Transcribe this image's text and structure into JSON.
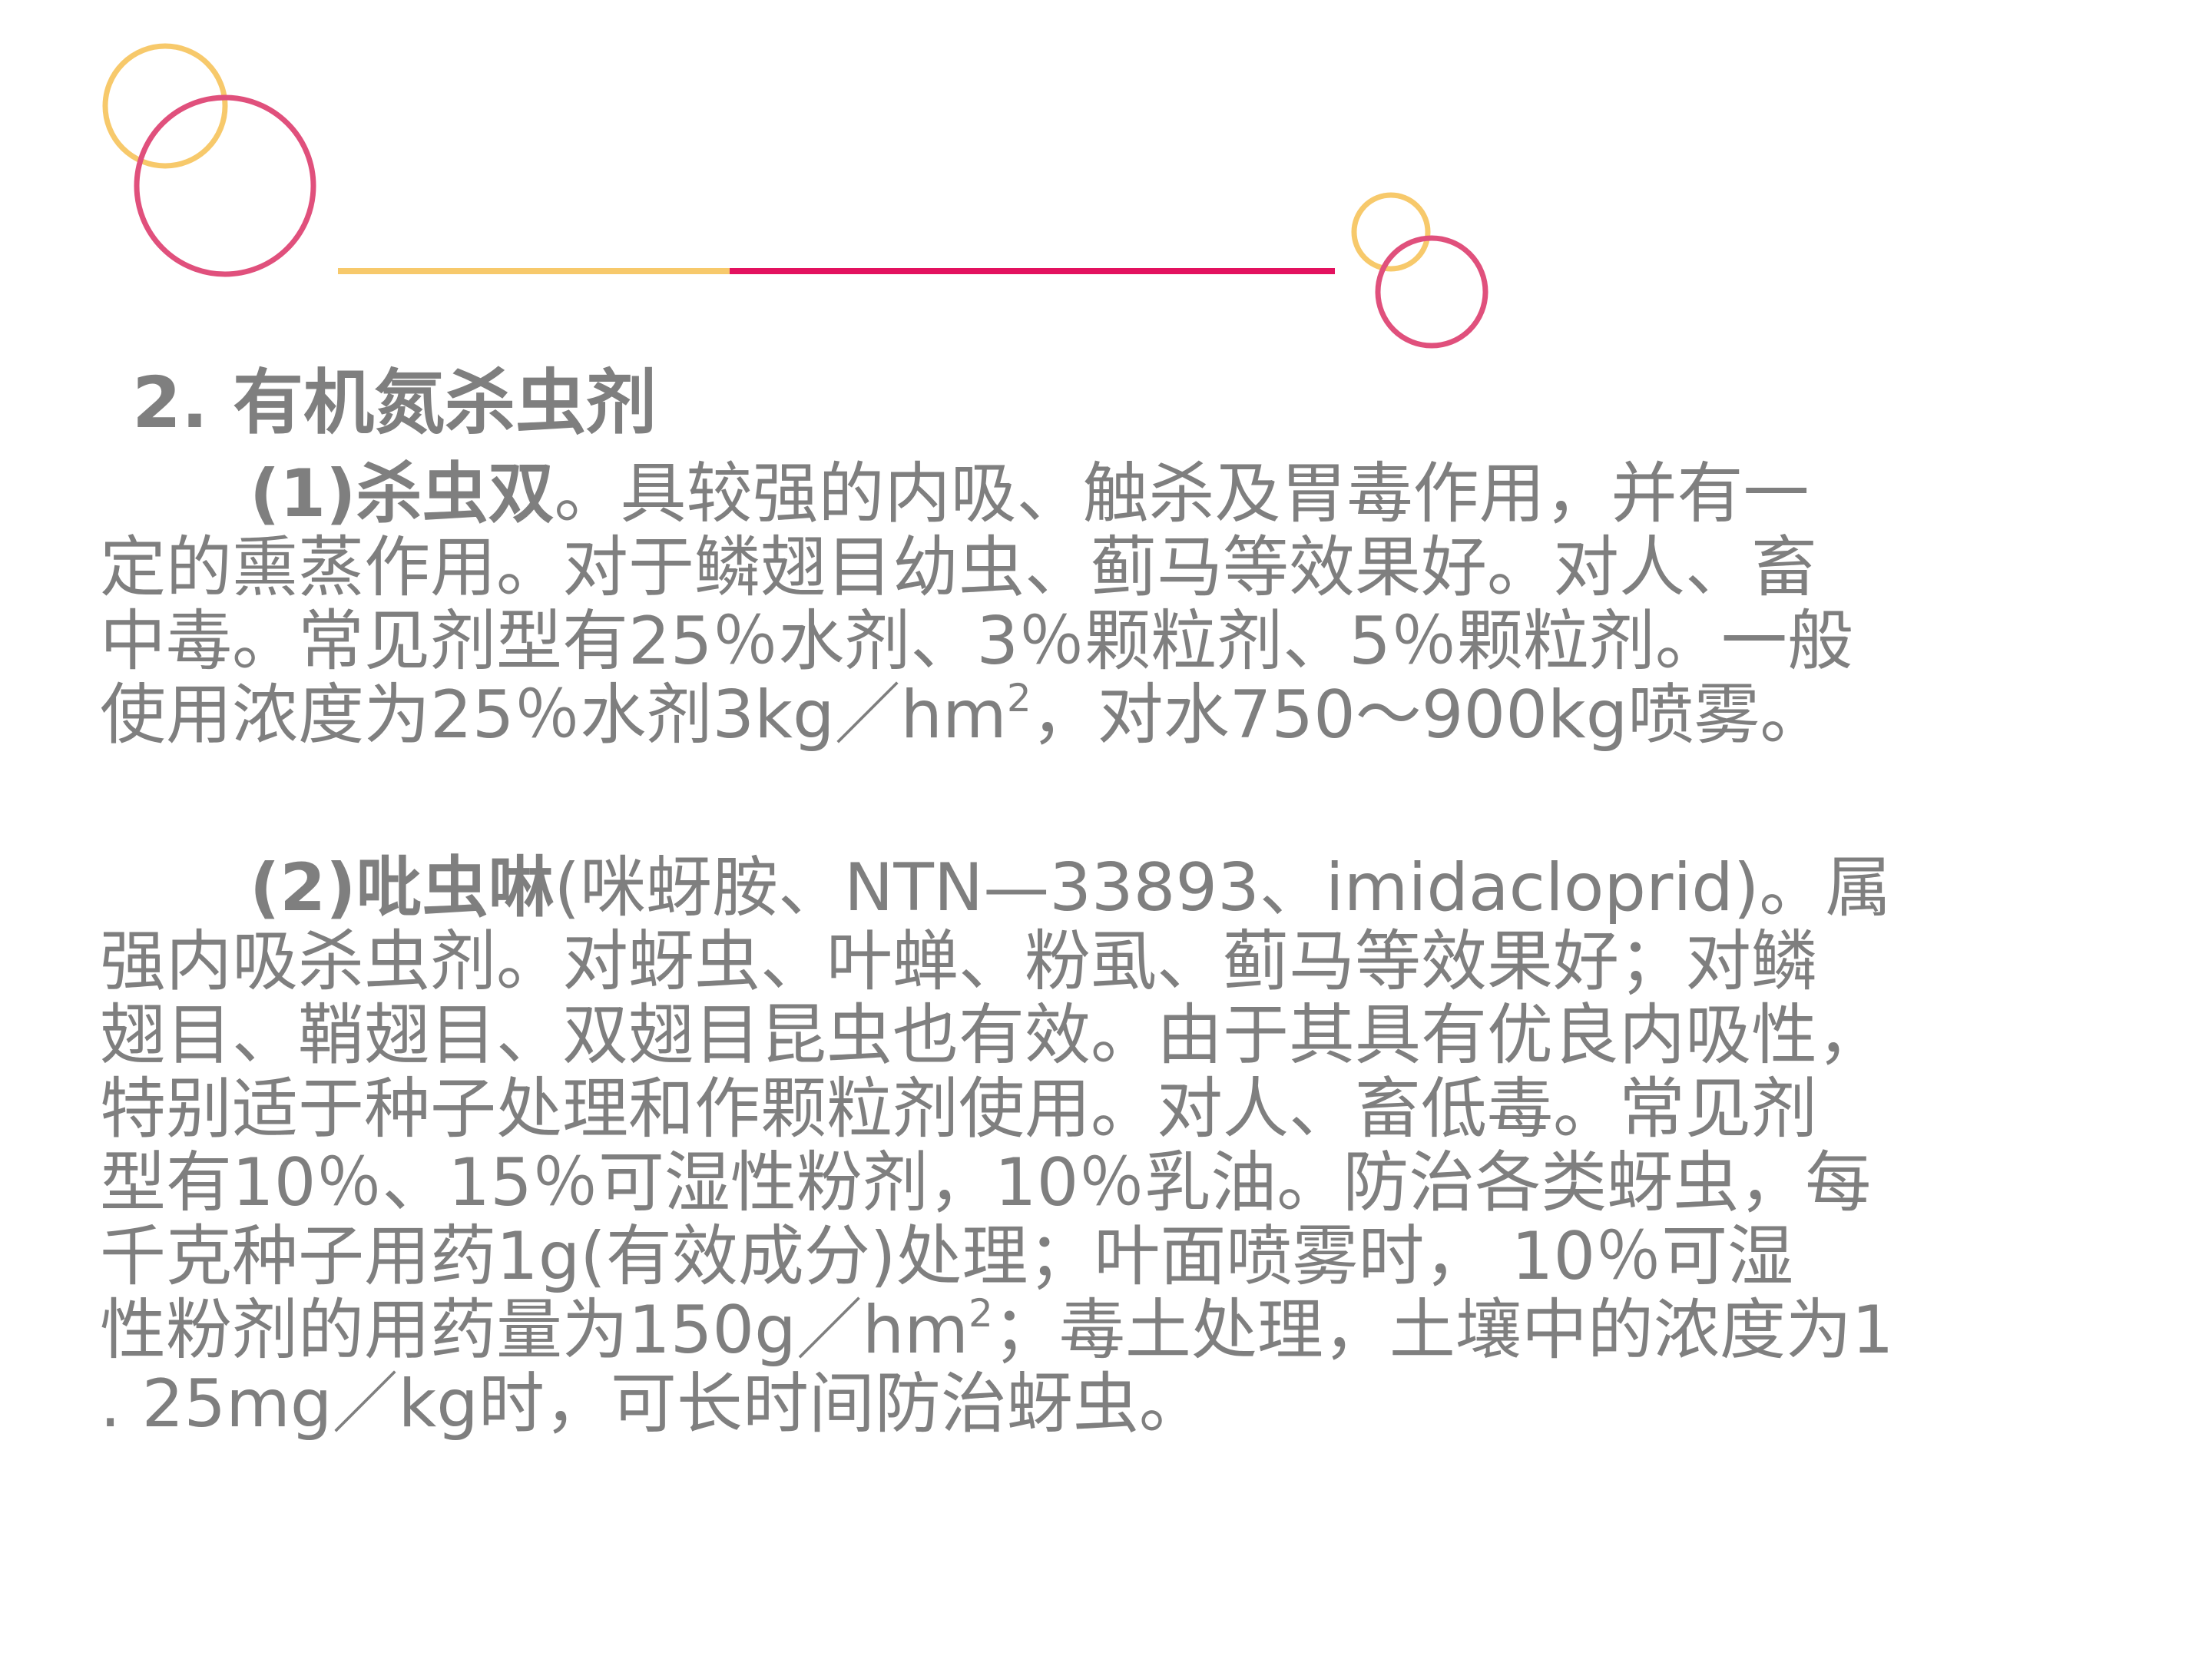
{
  "colors": {
    "yellow": "#f7c96b",
    "pink": "#e0507c",
    "magenta": "#e3125f",
    "text": "#7f7f7f"
  },
  "heading": "2. 有机氮杀虫剂",
  "section1": {
    "number": "(1)",
    "term": "杀虫双",
    "line1": "。具较强的内吸、触杀及胃毒作用，并有一",
    "line2": "定的熏蒸作用。对于鳞翅目幼虫、蓟马等效果好。对人、畜",
    "line3": "中毒。常见剂型有25％水剂、3％颗粒剂、5％颗粒剂。一般",
    "line4_pre": "使用浓度为25％水剂3kg／hm",
    "line4_sup": "2",
    "line4_post": "，对水750～900kg喷雾。"
  },
  "section2": {
    "number": "(2)",
    "term": "吡虫啉",
    "line1": "(咪蚜胺、NTN—33893、imidacloprid)。属",
    "line2": "强内吸杀虫剂。对蚜虫、叶蝉、粉虱、蓟马等效果好；对鳞",
    "line3": "翅目、鞘翅目、双翅目昆虫也有效。由于其具有优良内吸性，",
    "line4": "特别适于种子处理和作颗粒剂使用。对人、畜低毒。常见剂",
    "line5": "型有10％、15％可湿性粉剂，10％乳油。防治各类蚜虫，每",
    "line6": "千克种子用药1g(有效成分)处理；叶面喷雾时， 10％可湿",
    "line7_pre": "性粉剂的用药量为150g／hm",
    "line7_sup": "2",
    "line7_post": "；毒土处理，土壤中的浓度为1",
    "line8": ". 25mg／kg时，可长时间防治蚜虫。"
  }
}
